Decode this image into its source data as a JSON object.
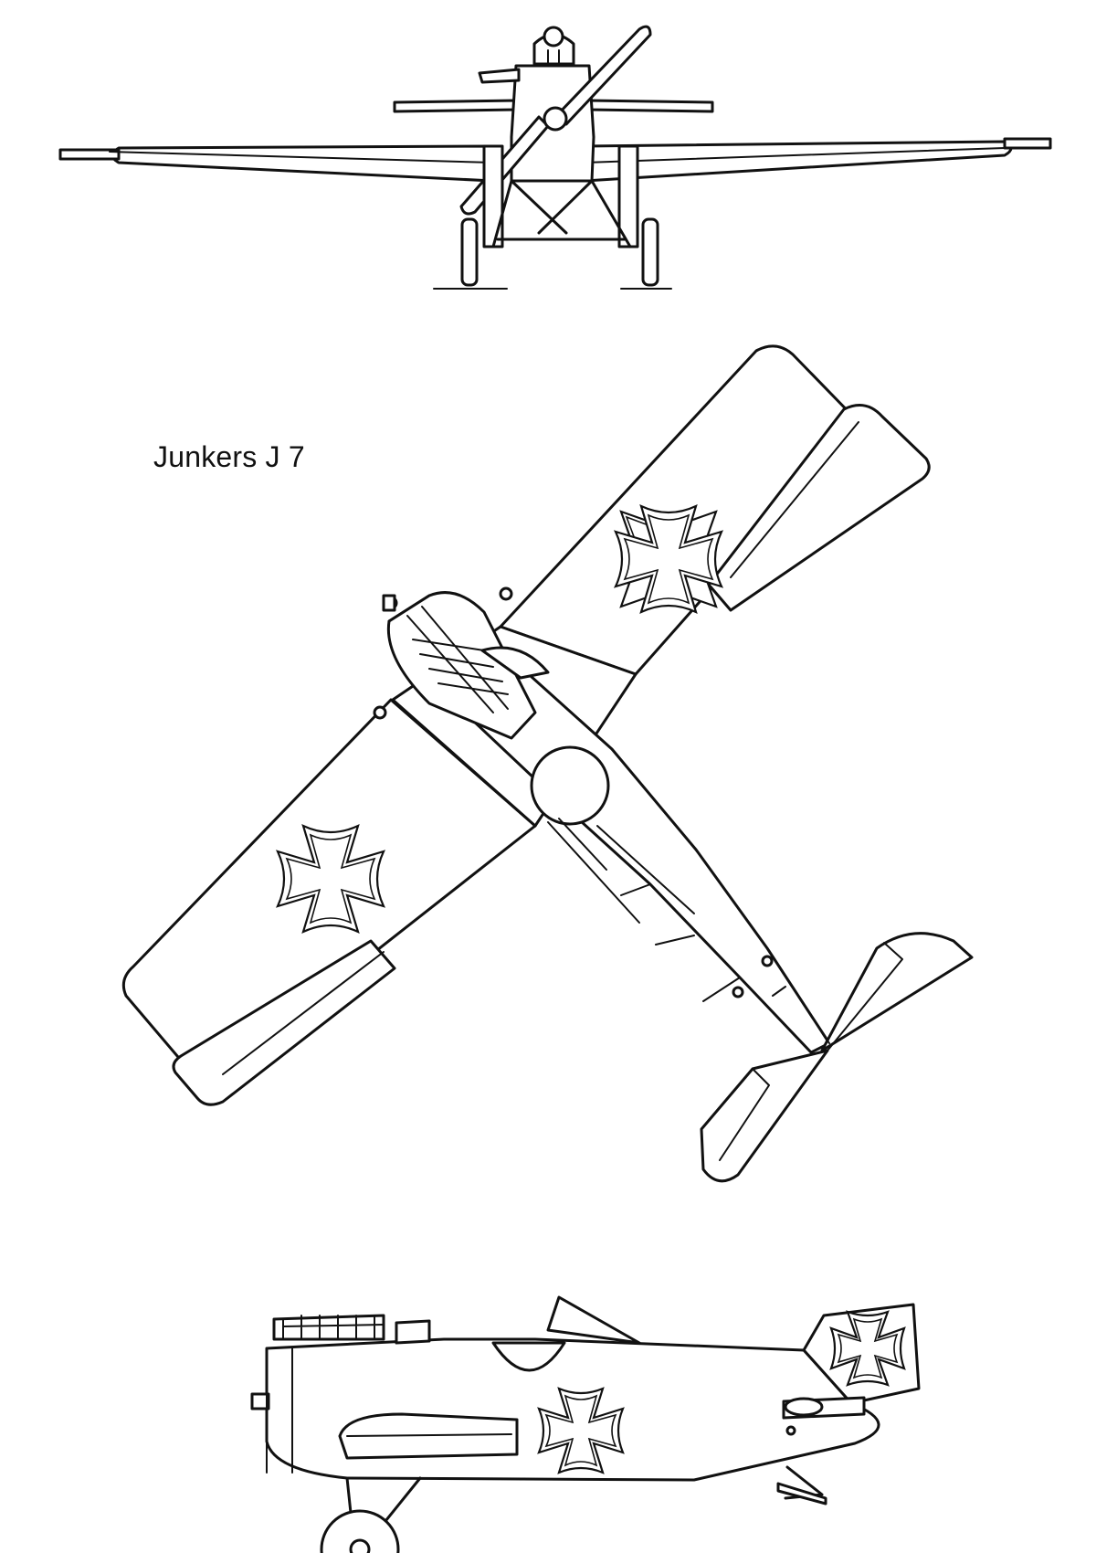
{
  "title": "Junkers J 7",
  "views": {
    "front": "front-view",
    "top": "top-view",
    "side": "side-view"
  },
  "colors": {
    "line": "#111111",
    "background": "#ffffff"
  }
}
